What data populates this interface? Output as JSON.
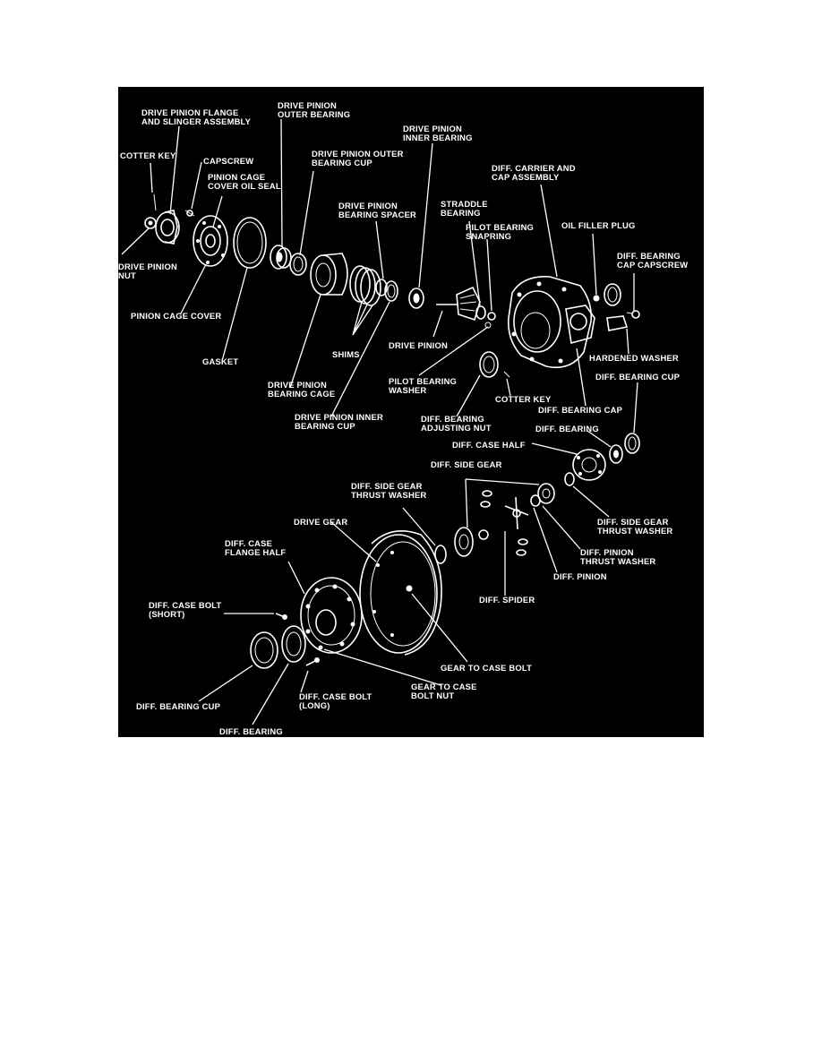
{
  "colors": {
    "page_background": "#ffffff",
    "panel_background": "#000000",
    "ink": "#ffffff"
  },
  "labels": {
    "drive_pinion_flange": "DRIVE PINION FLANGE\nAND SLINGER ASSEMBLY",
    "drive_pinion_outer_bearing": "DRIVE PINION\nOUTER BEARING",
    "drive_pinion_inner_bearing": "DRIVE PINION\nINNER BEARING",
    "cotter_key_top": "COTTER KEY",
    "capscrew": "CAPSCREW",
    "pinion_cage_cover_oil_seal": "PINION CAGE\nCOVER OIL SEAL",
    "drive_pinion_outer_bearing_cup": "DRIVE PINION OUTER\nBEARING CUP",
    "diff_carrier_cap_assembly": "DIFF. CARRIER AND\nCAP ASSEMBLY",
    "drive_pinion_bearing_spacer": "DRIVE PINION\nBEARING SPACER",
    "straddle_bearing": "STRADDLE\nBEARING",
    "pilot_bearing_snapring": "PILOT BEARING\nSNAPRING",
    "oil_filler_plug": "OIL FILLER PLUG",
    "diff_bearing_cap_capscrew": "DIFF. BEARING\nCAP CAPSCREW",
    "drive_pinion_nut": "DRIVE PINION\nNUT",
    "pinion_cage_cover": "PINION CAGE COVER",
    "shims": "SHIMS",
    "drive_pinion": "DRIVE PINION",
    "hardened_washer": "HARDENED WASHER",
    "gasket": "GASKET",
    "diff_bearing_cup_right": "DIFF. BEARING CUP",
    "pilot_bearing_washer": "PILOT BEARING\nWASHER",
    "drive_pinion_bearing_cage": "DRIVE PINION\nBEARING CAGE",
    "cotter_key_mid": "COTTER KEY",
    "diff_bearing_cap": "DIFF. BEARING CAP",
    "drive_pinion_inner_bearing_cup": "DRIVE PINION INNER\nBEARING CUP",
    "diff_bearing_adjusting_nut": "DIFF. BEARING\nADJUSTING NUT",
    "diff_bearing_right": "DIFF. BEARING",
    "diff_case_half": "DIFF. CASE HALF",
    "diff_side_gear": "DIFF. SIDE GEAR",
    "diff_side_gear_thrust_washer_left": "DIFF. SIDE GEAR\nTHRUST WASHER",
    "drive_gear": "DRIVE GEAR",
    "diff_side_gear_thrust_washer_right": "DIFF. SIDE GEAR\nTHRUST WASHER",
    "diff_case_flange_half": "DIFF. CASE\nFLANGE HALF",
    "diff_pinion_thrust_washer": "DIFF. PINION\nTHRUST WASHER",
    "diff_pinion": "DIFF. PINION",
    "diff_spider": "DIFF. SPIDER",
    "diff_case_bolt_short": "DIFF. CASE BOLT\n(SHORT)",
    "gear_to_case_bolt": "GEAR TO CASE BOLT",
    "gear_to_case_bolt_nut": "GEAR TO CASE\nBOLT NUT",
    "diff_case_bolt_long": "DIFF. CASE BOLT\n(LONG)",
    "diff_bearing_cup_left": "DIFF. BEARING CUP",
    "diff_bearing_bottom": "DIFF. BEARING"
  }
}
